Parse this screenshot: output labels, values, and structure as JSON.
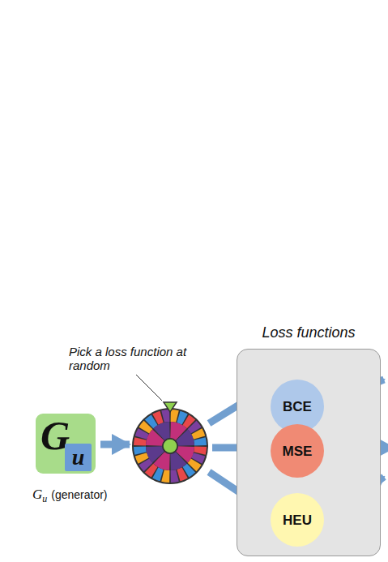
{
  "diagram": {
    "nodes": [
      {
        "text": [
          "G"
        ]
      },
      {
        "text": [
          "u"
        ],
        "in": 0
      },
      {
        "text": [
          "Loss functions"
        ]
      },
      {
        "text": [
          "BCE"
        ],
        "in": 2
      },
      {
        "text": [
          "MSE"
        ],
        "in": 2
      },
      {
        "text": [
          "HEU"
        ],
        "in": 2
      }
    ],
    "labels": [
      "Pick a loss function at random",
      "G",
      "u",
      "(generator)"
    ]
  }
}
